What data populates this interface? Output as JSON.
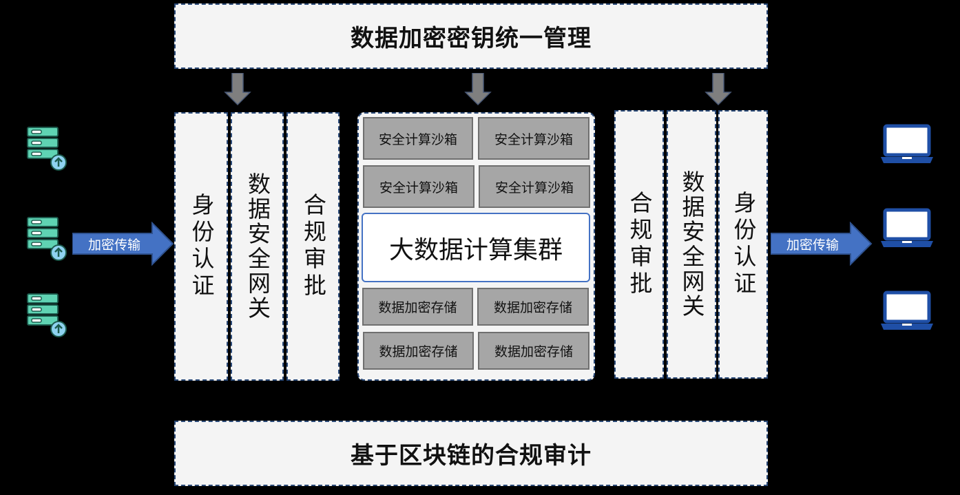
{
  "top_banner": "数据加密密钥统一管理",
  "bottom_banner": "基于区块链的合规审计",
  "left_columns": [
    "身份认证",
    "数据安全网关",
    "合规审批"
  ],
  "right_columns": [
    "合规审批",
    "数据安全网关",
    "身份认证"
  ],
  "center": {
    "sandboxes": [
      "安全计算沙箱",
      "安全计算沙箱",
      "安全计算沙箱",
      "安全计算沙箱"
    ],
    "cluster": "大数据计算集群",
    "storage": [
      "数据加密存储",
      "数据加密存储",
      "数据加密存储",
      "数据加密存储"
    ]
  },
  "transfer_left": "加密传输",
  "transfer_right": "加密传输",
  "colors": {
    "background": "#000000",
    "panel": "#f4f4f4",
    "panel_border": "#2b4a78",
    "gray_box": "#a6a6a6",
    "arrow_blue": "#4472c4",
    "server_green": "#5fd3b3",
    "laptop_blue": "#1f4fa6"
  },
  "icons": {
    "left": "server-upload-icon",
    "right": "laptop-icon",
    "down": "down-arrow-icon"
  }
}
